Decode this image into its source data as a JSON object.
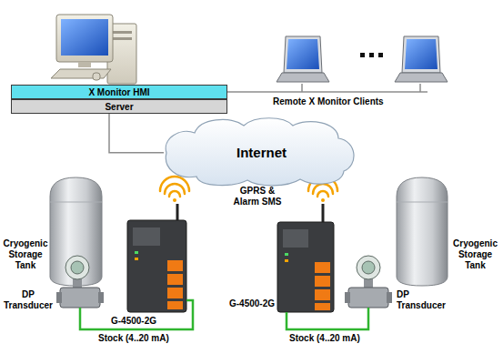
{
  "diagram": {
    "nodes": [
      {
        "text": [
          "X Monitor HMI"
        ]
      },
      {
        "text": [
          "Server"
        ]
      },
      {
        "text": [
          "Internet"
        ]
      }
    ],
    "edges": [
      {
        "from": 1,
        "to": 2,
        "arrow": "none"
      }
    ],
    "labels": [
      "Remote X Monitor Clients",
      "GPRS & Alarm SMS",
      "Cryogenic Storage Tank",
      "DP Transducer",
      "G-4500-2G",
      "Stock (4..20 mA)",
      "G-4500-2G",
      "DP Transducer",
      "Cryogenic Storage Tank",
      "Stock (4..20 mA)"
    ]
  }
}
